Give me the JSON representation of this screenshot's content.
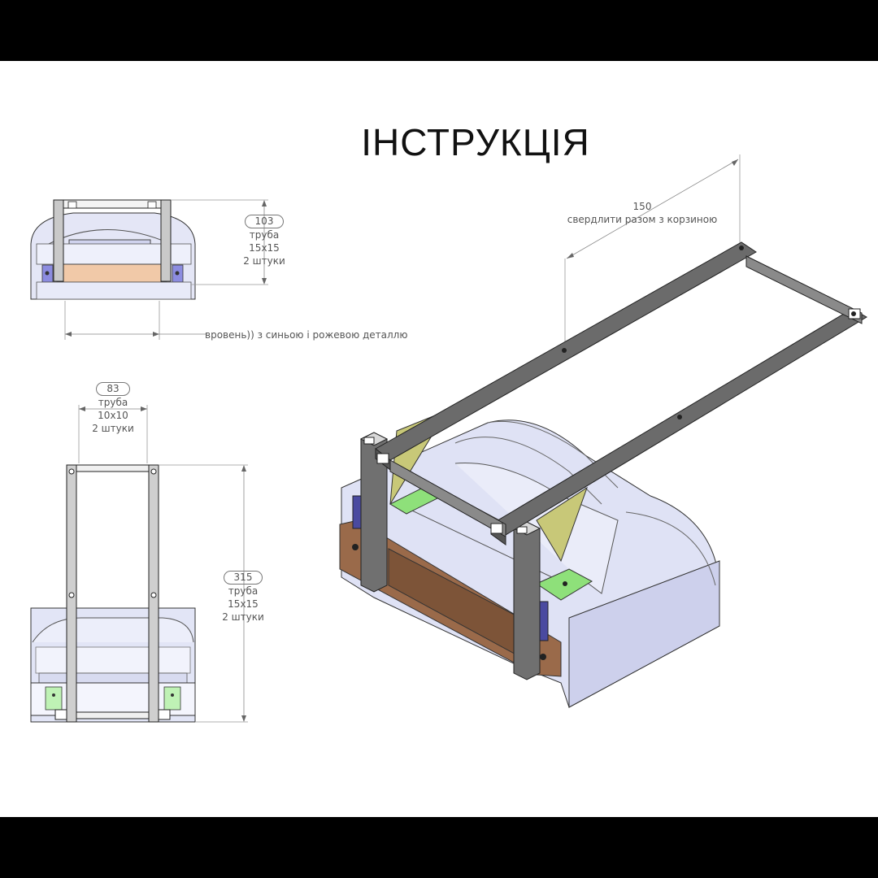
{
  "title": "ІНСТРУКЦІЯ",
  "top_view": {
    "dim_value": "103",
    "tube_label": "труба",
    "tube_size": "15х15",
    "tube_count": "2 штуки",
    "note": "вровень)) з синьою і рожевою деталлю"
  },
  "front_view": {
    "width_value": "83",
    "width_tube_label": "труба",
    "width_tube_size": "10х10",
    "width_tube_count": "2 штуки",
    "height_value": "315",
    "height_tube_label": "труба",
    "height_tube_size": "15х15",
    "height_tube_count": "2 штуки"
  },
  "iso_view": {
    "dim_value": "150",
    "dim_note": "свердлити разом з корзиною"
  },
  "colors": {
    "frame": "#6b6b6b",
    "body": "#dcdff4",
    "copper": "#9a6a4a",
    "green": "#8ee07a",
    "yellow": "#c8c878",
    "blue": "#4a4aa0"
  }
}
